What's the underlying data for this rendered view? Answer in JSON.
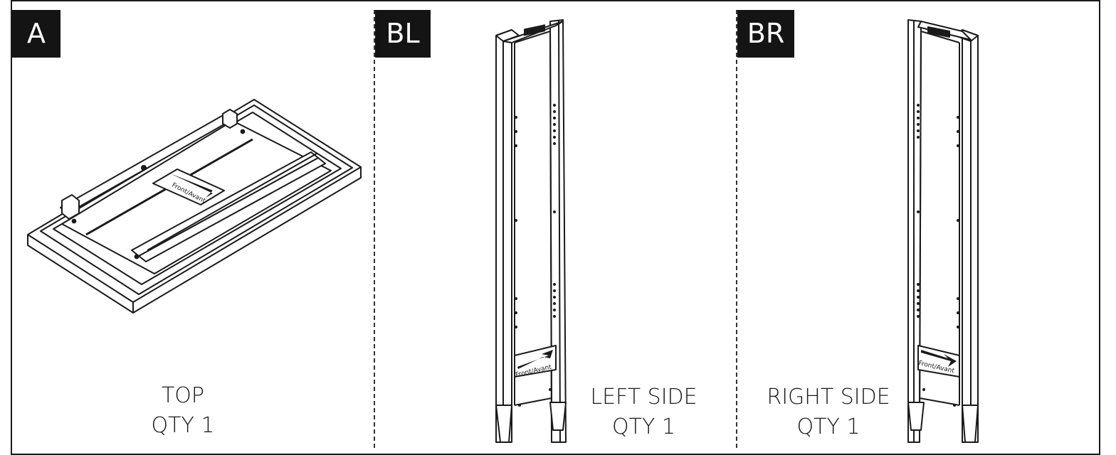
{
  "panels": [
    {
      "id": "A",
      "tag": "A",
      "caption_line1": "TOP",
      "caption_line2": "QTY 1",
      "arrow_label": "Front/Avant"
    },
    {
      "id": "BL",
      "tag": "BL",
      "caption_line1": "LEFT SIDE",
      "caption_line2": "QTY 1",
      "arrow_label": "Front/Avant"
    },
    {
      "id": "BR",
      "tag": "BR",
      "caption_line1": "RIGHT SIDE",
      "caption_line2": "QTY 1",
      "arrow_label": "Front/Avant"
    }
  ],
  "colors": {
    "ink": "#1a1a1a",
    "tag_bg": "#141414",
    "tag_text": "#ffffff"
  }
}
